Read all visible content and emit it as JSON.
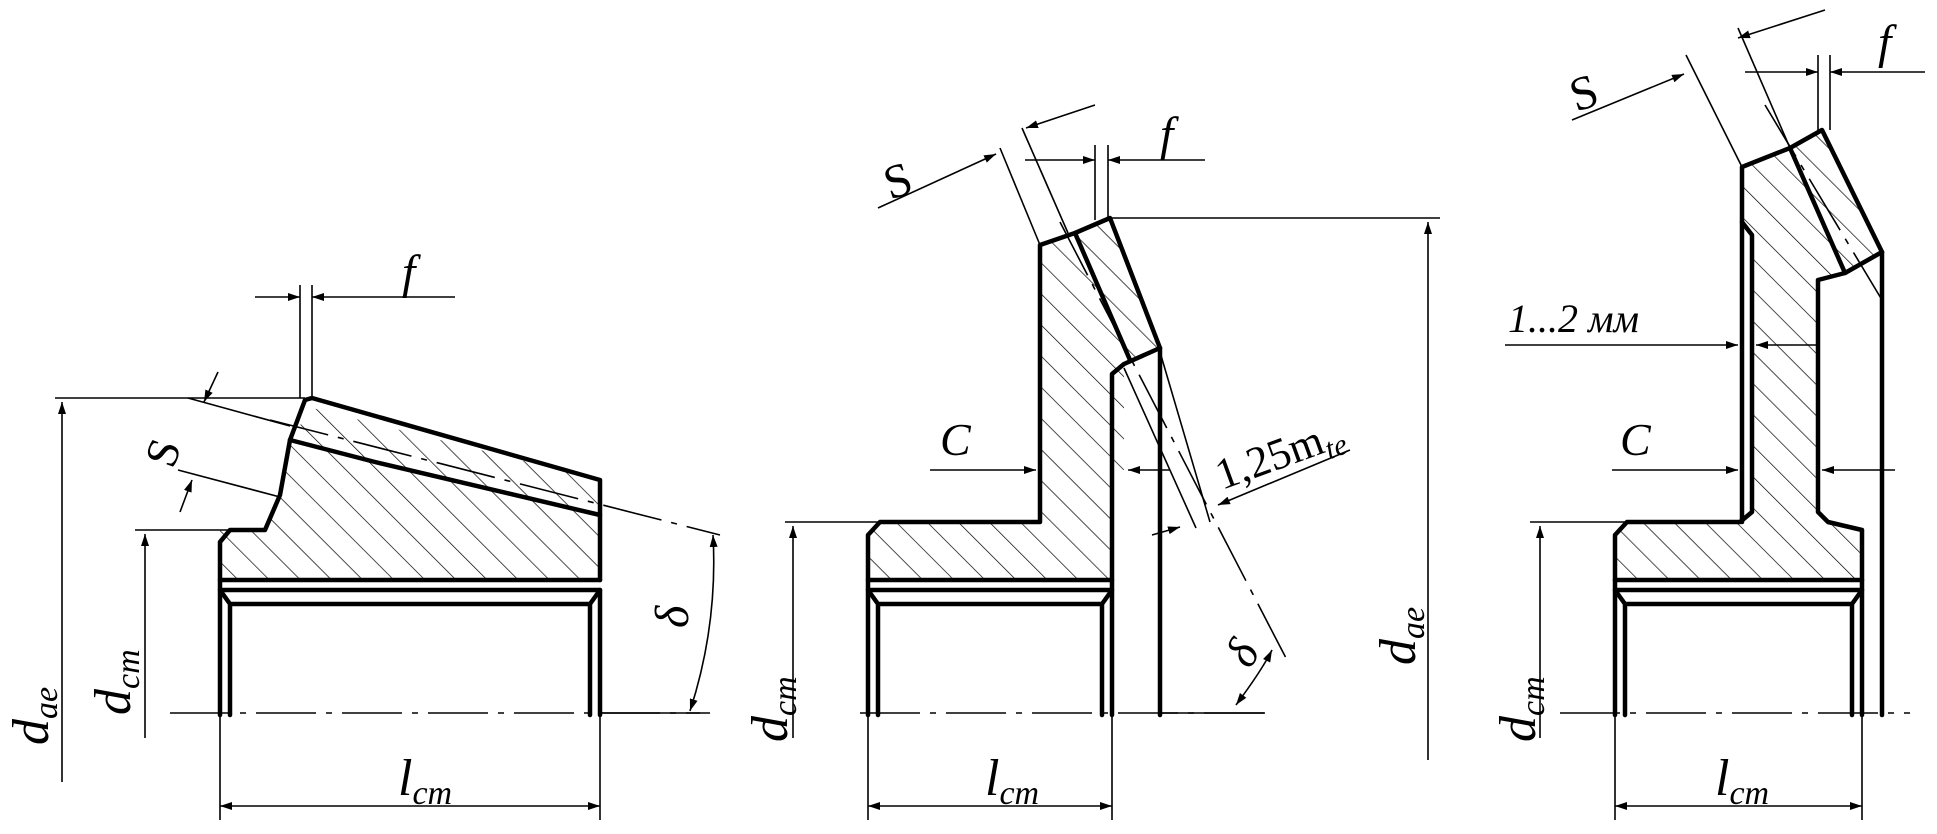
{
  "labels": {
    "f": "f",
    "s": "S",
    "dae": "d",
    "dae_sub": "ae",
    "dcm": "d",
    "dcm_sub": "cm",
    "lcm": "l",
    "lcm_sub": "cm",
    "delta": "δ",
    "c": "C",
    "m_prefix": "1,25m",
    "m_sub": "te",
    "mm": "1...2 мм"
  }
}
